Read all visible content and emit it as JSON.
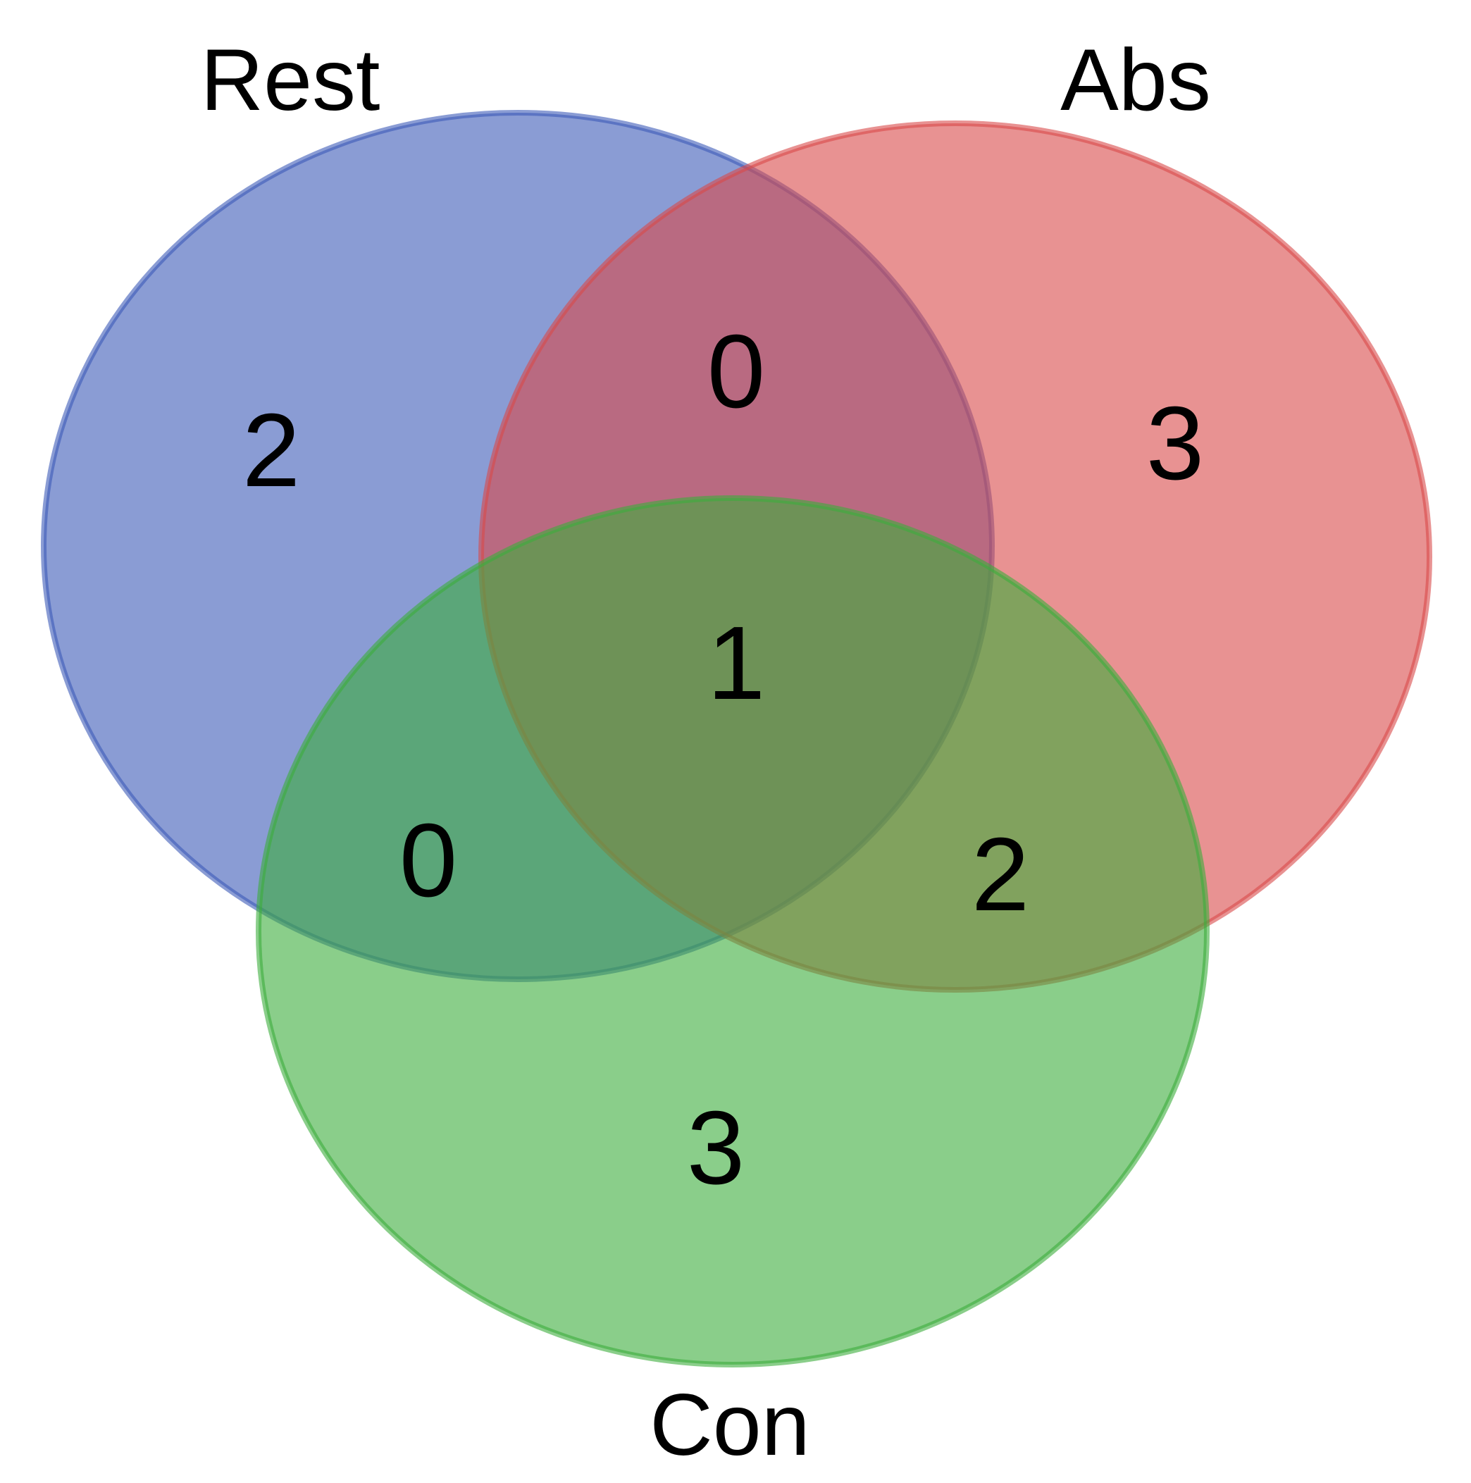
{
  "chart_data": {
    "type": "venn3",
    "sets": [
      {
        "key": "rest",
        "name": "Rest",
        "color": "#3c5ab8"
      },
      {
        "key": "abs",
        "name": "Abs",
        "color": "#d94a4a"
      },
      {
        "key": "con",
        "name": "Con",
        "color": "#3cae3c"
      }
    ],
    "regions": {
      "rest_only": "2",
      "abs_only": "3",
      "con_only": "3",
      "rest_abs": "0",
      "rest_con": "0",
      "abs_con": "2",
      "rest_abs_con": "1"
    }
  }
}
